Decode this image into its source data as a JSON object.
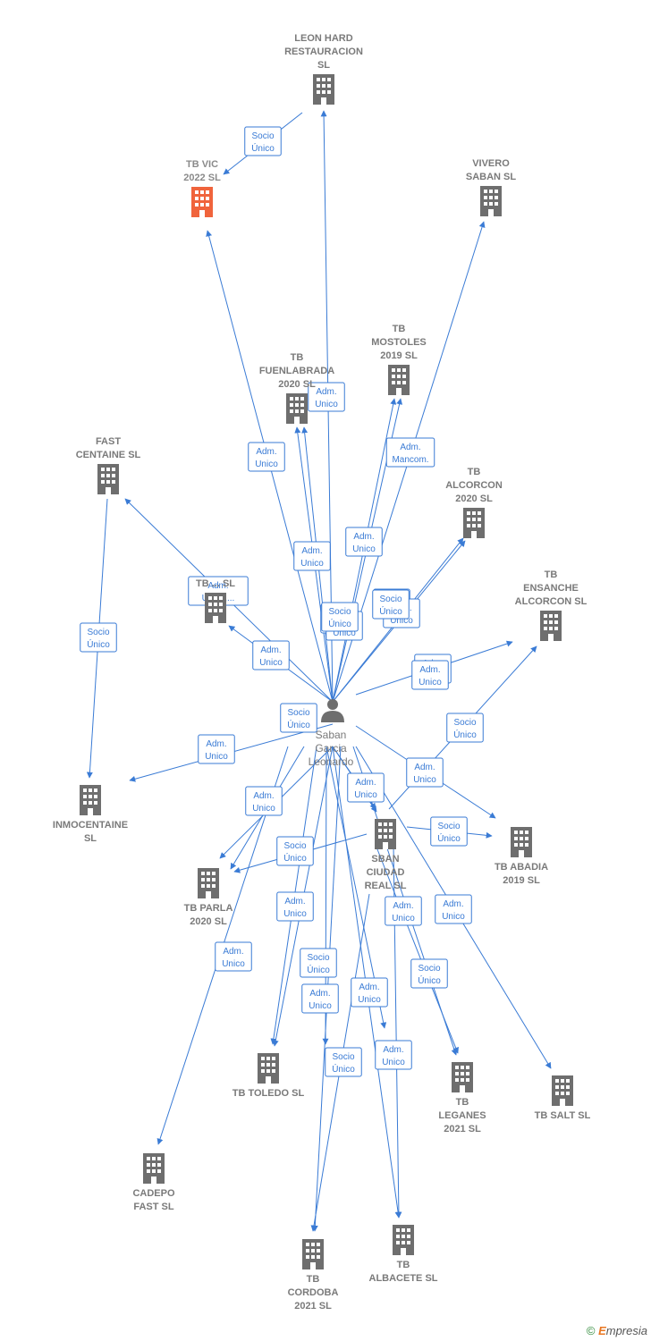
{
  "colors": {
    "edge": "#3a7bd5",
    "company": "#6e6e6e",
    "highlight": "#f0643c",
    "person": "#6e6e6e"
  },
  "person": {
    "lines": [
      "Saban",
      "Garcia",
      "Leonardo"
    ],
    "icon": "person-icon"
  },
  "companies": [
    {
      "id": "leon",
      "lines": [
        "LEON HARD",
        "RESTAURACION",
        "SL"
      ]
    },
    {
      "id": "tbvic",
      "lines": [
        "TB VIC",
        "2022  SL"
      ],
      "highlight": true
    },
    {
      "id": "vivero",
      "lines": [
        "VIVERO",
        "SABAN  SL"
      ]
    },
    {
      "id": "mostoles",
      "lines": [
        "TB",
        "MOSTOLES",
        "2019  SL"
      ]
    },
    {
      "id": "fuenlabrada",
      "lines": [
        "TB",
        "FUENLABRADA",
        "2020  SL"
      ]
    },
    {
      "id": "fast",
      "lines": [
        "FAST",
        "CENTAINE SL"
      ]
    },
    {
      "id": "alcorcon",
      "lines": [
        "TB",
        "ALCORCON",
        "2020  SL"
      ]
    },
    {
      "id": "tbx",
      "lines": [
        "TB ...  SL"
      ]
    },
    {
      "id": "ensanche",
      "lines": [
        "TB",
        "ENSANCHE",
        "ALCORCON  SL"
      ]
    },
    {
      "id": "inmocentaine",
      "lines": [
        "INMOCENTAINE",
        "SL"
      ]
    },
    {
      "id": "sban",
      "lines": [
        "SBAN",
        "CIUDAD",
        "REAL  SL"
      ]
    },
    {
      "id": "abadia",
      "lines": [
        "TB ABADIA",
        "2019  SL"
      ]
    },
    {
      "id": "parla",
      "lines": [
        "TB PARLA",
        "2020  SL"
      ]
    },
    {
      "id": "toledo",
      "lines": [
        "TB TOLEDO  SL"
      ]
    },
    {
      "id": "leganes",
      "lines": [
        "TB",
        "LEGANES",
        "2021  SL"
      ]
    },
    {
      "id": "salt",
      "lines": [
        "TB SALT  SL"
      ]
    },
    {
      "id": "cadepo",
      "lines": [
        "CADEPO",
        "FAST  SL"
      ]
    },
    {
      "id": "cordoba",
      "lines": [
        "TB",
        "CORDOBA",
        "2021  SL"
      ]
    },
    {
      "id": "albacete",
      "lines": [
        "TB",
        "ALBACETE  SL"
      ]
    }
  ],
  "edge_labels": [
    [
      "Socio",
      "Único"
    ],
    [
      "Adm.",
      "Unico"
    ],
    [
      "Adm.",
      "Unico"
    ],
    [
      "Adm.",
      "Mancom."
    ],
    [
      "Socio",
      "Único"
    ],
    [
      "Adm.",
      "Unico"
    ],
    [
      "Adm.",
      "Unico"
    ],
    [
      "Adm.",
      "Unico,..."
    ],
    [
      "Socio",
      "Único"
    ],
    [
      "Adm.",
      "Unico"
    ],
    [
      "Socio",
      "Único"
    ],
    [
      "Adm.",
      "Unico"
    ],
    [
      "Adm.",
      "Unico"
    ],
    [
      "Adm.",
      "Unico"
    ],
    [
      "Socio",
      "Único"
    ],
    [
      "Socio",
      "Único"
    ],
    [
      "Adm.",
      "Unico"
    ],
    [
      "Socio",
      "Único"
    ],
    [
      "Adm.",
      "Unico"
    ],
    [
      "Adm.",
      "Unico"
    ],
    [
      "Adm.",
      "Unico"
    ],
    [
      "Socio",
      "Único"
    ],
    [
      "Socio",
      "Único"
    ],
    [
      "Adm.",
      "Unico"
    ],
    [
      "Adm.",
      "Unico"
    ],
    [
      "Socio",
      "Único"
    ],
    [
      "Adm.",
      "Unico"
    ],
    [
      "Adm.",
      "Unico"
    ],
    [
      "Adm.",
      "Unico"
    ],
    [
      "Adm.",
      "Unico"
    ],
    [
      "Socio",
      "Único"
    ],
    [
      "Adm.",
      "Unico"
    ],
    [
      "Socio",
      "Único"
    ],
    [
      "Socio",
      "Único"
    ],
    [
      "Socio",
      "Único"
    ]
  ],
  "copyright": {
    "symbol": "©",
    "brand_first": "E",
    "brand_rest": "mpresia"
  }
}
